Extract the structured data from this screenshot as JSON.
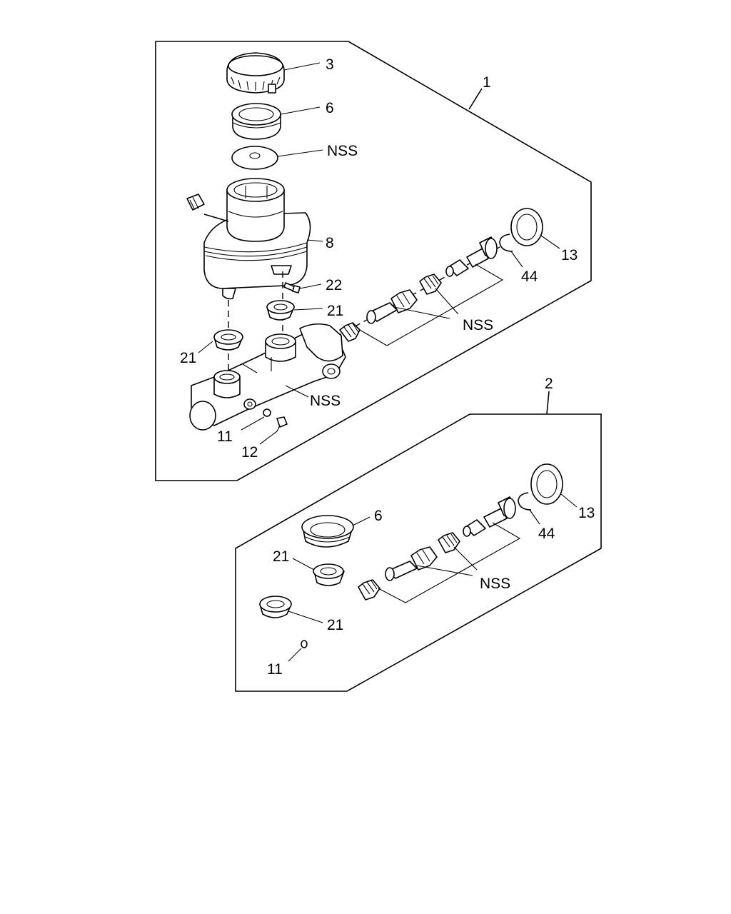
{
  "diagram": {
    "assembly_1": {
      "callout": "1",
      "labels": {
        "cap": "3",
        "cap_seal": "6",
        "plate": "NSS",
        "reservoir": "8",
        "screw": "22",
        "grommet_right": "21",
        "grommet_left": "21",
        "piston_set": "NSS",
        "body": "NSS",
        "washer": "11",
        "bolt": "12",
        "snap_ring": "44",
        "boot": "13"
      }
    },
    "assembly_2": {
      "callout": "2",
      "labels": {
        "cap_seal": "6",
        "grommet_upper": "21",
        "grommet_lower": "21",
        "washer": "11",
        "piston_set": "NSS",
        "snap_ring": "44",
        "boot": "13"
      }
    }
  }
}
